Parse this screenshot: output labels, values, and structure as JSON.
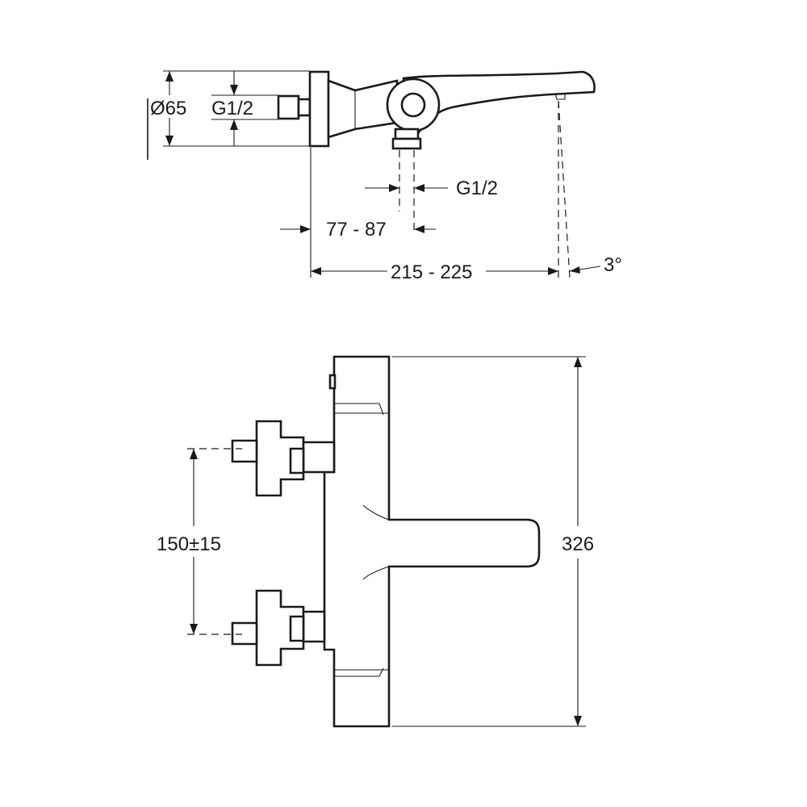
{
  "side_view": {
    "diameter_label": "Ø65",
    "inlet_thread_label": "G1/2",
    "outlet_thread_label": "G1/2",
    "wall_offset_label": "77 - 87",
    "projection_label": "215 - 225",
    "angle_label": "3°"
  },
  "front_view": {
    "centres_label": "150±15",
    "height_label": "326"
  },
  "colors": {
    "line": "#1a1a1a",
    "background": "#ffffff"
  }
}
